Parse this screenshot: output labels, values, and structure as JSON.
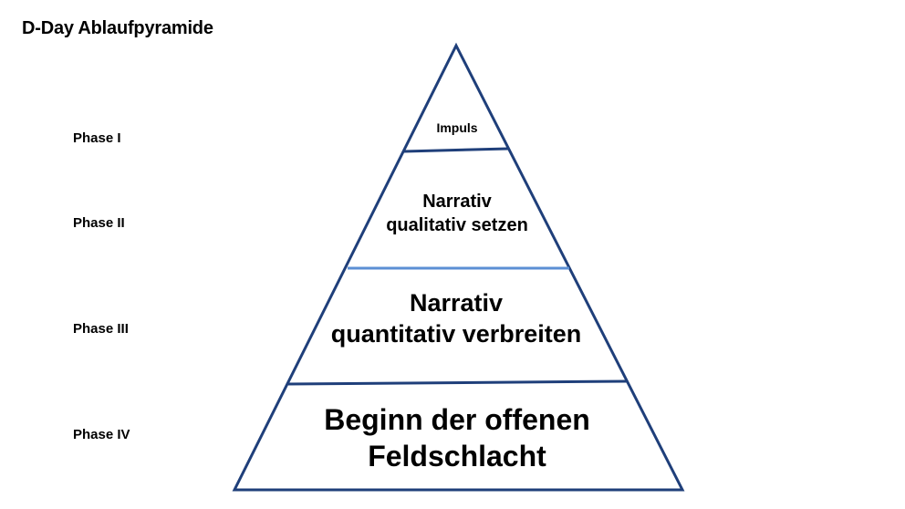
{
  "title": "D-Day Ablaufpyramide",
  "phases": [
    {
      "label": "Phase I"
    },
    {
      "label": "Phase II"
    },
    {
      "label": "Phase III"
    },
    {
      "label": "Phase IV"
    }
  ],
  "tiers": [
    {
      "lines": [
        "Impuls"
      ]
    },
    {
      "lines": [
        "Narrativ",
        "qualitativ setzen"
      ]
    },
    {
      "lines": [
        "Narrativ",
        "quantitativ verbreiten"
      ]
    },
    {
      "lines": [
        "Beginn der offenen",
        "Feldschlacht"
      ]
    }
  ],
  "colors": {
    "outline": "#1f3f7a",
    "divider_highlight": "#5b8fd4"
  }
}
